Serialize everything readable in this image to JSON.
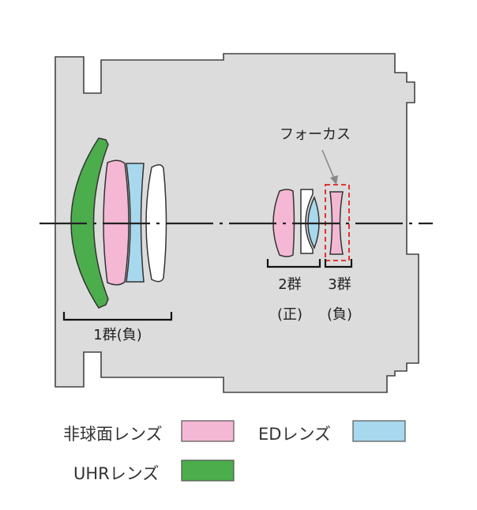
{
  "labels": {
    "focus": "フォーカス",
    "group1": "1群(負)",
    "group2_num": "2群",
    "group2_sign": "(正)",
    "group3_num": "3群",
    "group3_sign": "(負)"
  },
  "legend": [
    {
      "label": "非球面レンズ",
      "color": "#f4b8d4"
    },
    {
      "label": "EDレンズ",
      "color": "#a8d8ee"
    },
    {
      "label": "UHRレンズ",
      "color": "#4cad4c"
    }
  ],
  "colors": {
    "barrel": "#dcdcdc",
    "outline": "#444444",
    "aspherical": "#f4b8d4",
    "ed": "#a8d8ee",
    "uhr": "#4cad4c",
    "plain": "#ffffff",
    "focus_box": "#e0201c"
  }
}
